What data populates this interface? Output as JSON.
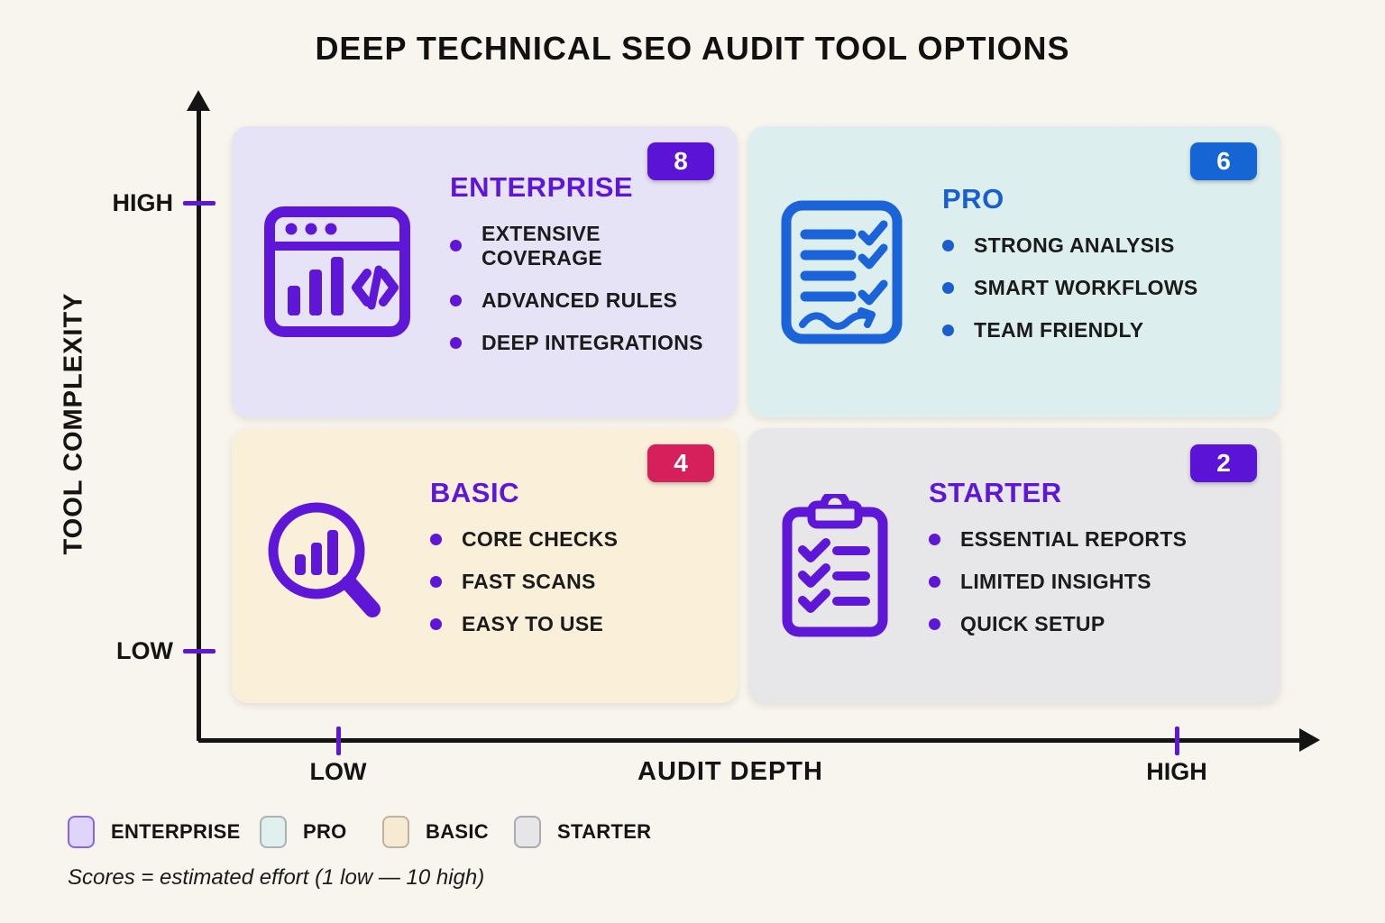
{
  "title": "DEEP TECHNICAL SEO AUDIT TOOL OPTIONS",
  "axes": {
    "y_label": "TOOL COMPLEXITY",
    "y_tick_high": "HIGH",
    "y_tick_low": "LOW",
    "x_label": "AUDIT DEPTH",
    "x_tick_low": "LOW",
    "x_tick_high": "HIGH"
  },
  "quadrants": [
    {
      "name": "ENTERPRISE",
      "score": "8",
      "position": "high-complexity-low-depth",
      "icon": "browser-analytics-code-icon",
      "bullets": [
        "EXTENSIVE COVERAGE",
        "ADVANCED RULES",
        "DEEP INTEGRATIONS"
      ]
    },
    {
      "name": "PRO",
      "score": "6",
      "position": "high-complexity-high-depth",
      "icon": "document-checklist-icon",
      "bullets": [
        "STRONG ANALYSIS",
        "SMART WORKFLOWS",
        "TEAM FRIENDLY"
      ]
    },
    {
      "name": "BASIC",
      "score": "4",
      "position": "low-complexity-low-depth",
      "icon": "magnifier-chart-icon",
      "bullets": [
        "CORE CHECKS",
        "FAST SCANS",
        "EASY TO USE"
      ]
    },
    {
      "name": "STARTER",
      "score": "2",
      "position": "low-complexity-high-depth",
      "icon": "clipboard-checklist-icon",
      "bullets": [
        "ESSENTIAL REPORTS",
        "LIMITED INSIGHTS",
        "QUICK SETUP"
      ]
    }
  ],
  "legend": {
    "items": [
      {
        "label": "ENTERPRISE",
        "swatch_color": "#ded5f8"
      },
      {
        "label": "PRO",
        "swatch_color": "#dff0ef"
      },
      {
        "label": "BASIC",
        "swatch_color": "#f7ead2"
      },
      {
        "label": "STARTER",
        "swatch_color": "#e6e6e9"
      }
    ]
  },
  "footnote": "Scores = estimated effort (1 low — 10 high)",
  "colors": {
    "background": "#f8f5ee",
    "purple_accent": "#5e17d6",
    "blue_accent": "#1a5fd0",
    "badge_purple": "#5b13d6",
    "badge_blue": "#1565d4",
    "badge_crimson": "#d6205c",
    "card_enterprise_bg": "#e7e3f7",
    "card_pro_bg": "#ddeeee",
    "card_basic_bg": "#faf0da",
    "card_starter_bg": "#e7e7e9",
    "axis_color": "#141414"
  }
}
